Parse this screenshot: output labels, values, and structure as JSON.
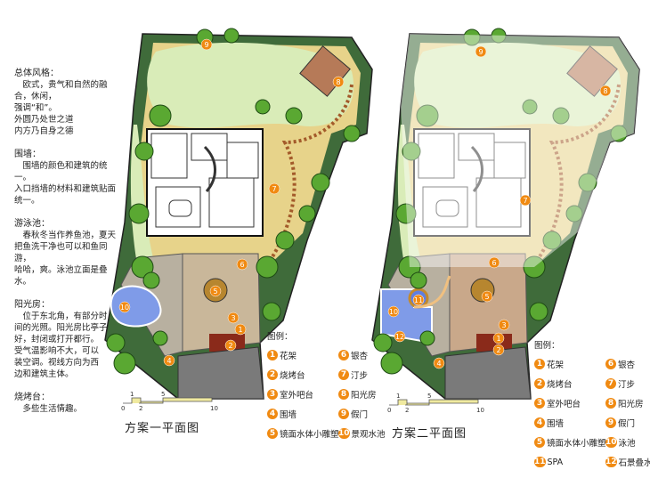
{
  "notes": [
    {
      "heading": "总体风格：",
      "body": "　欧式，贵气和自然的融合，休闲，\n强调“和”。\n外圆乃处世之道\n内方乃自身之德"
    },
    {
      "heading": "围墙：",
      "body": "　围墙的颜色和建筑的统一。\n入口挡墙的材料和建筑贴面\n统一。"
    },
    {
      "heading": "游泳池：",
      "body": "　春秋冬当作养鱼池，夏天\n把鱼洗干净也可以和鱼同游，\n哈哈，爽。泳池立面是叠水。"
    },
    {
      "heading": "阳光房：",
      "body": "　位于东北角，有部分时\n间的光照。阳光房比亭子\n好，封闭或打开都行。\n受气温影响不大，可以\n装空调。视线方向为西\n边和建筑主体。"
    },
    {
      "heading": "烧烤台：",
      "body": "　多些生活情趣。"
    }
  ],
  "plan1": {
    "caption": "方案一平面图",
    "legend_title": "图例：",
    "legend": [
      {
        "n": "1",
        "label": "花架"
      },
      {
        "n": "6",
        "label": "银杏"
      },
      {
        "n": "2",
        "label": "烧烤台"
      },
      {
        "n": "7",
        "label": "汀步"
      },
      {
        "n": "3",
        "label": "室外吧台"
      },
      {
        "n": "8",
        "label": "阳光房"
      },
      {
        "n": "4",
        "label": "围墙"
      },
      {
        "n": "9",
        "label": "假门"
      },
      {
        "n": "5",
        "label": "镜面水体小雕塑"
      },
      {
        "n": "10",
        "label": "景观水池"
      }
    ],
    "markers": [
      "9",
      "8",
      "7",
      "6",
      "5",
      "10",
      "3",
      "1",
      "2",
      "4"
    ],
    "scale": [
      "0",
      "1",
      "2",
      "5",
      "10"
    ]
  },
  "plan2": {
    "caption": "方案二平面图",
    "legend_title": "图例：",
    "legend": [
      {
        "n": "1",
        "label": "花架"
      },
      {
        "n": "6",
        "label": "银杏"
      },
      {
        "n": "2",
        "label": "烧烤台"
      },
      {
        "n": "7",
        "label": "汀步"
      },
      {
        "n": "3",
        "label": "室外吧台"
      },
      {
        "n": "8",
        "label": "阳光房"
      },
      {
        "n": "4",
        "label": "围墙"
      },
      {
        "n": "9",
        "label": "假门"
      },
      {
        "n": "5",
        "label": "镜面水体小雕塑"
      },
      {
        "n": "10",
        "label": "泳池"
      },
      {
        "n": "11",
        "label": "SPA"
      },
      {
        "n": "12",
        "label": "石景叠水"
      }
    ],
    "markers": [
      "9",
      "8",
      "7",
      "6",
      "5",
      "11",
      "10",
      "12",
      "3",
      "1",
      "2",
      "4"
    ],
    "scale": [
      "0",
      "1",
      "2",
      "5",
      "10"
    ]
  },
  "colors": {
    "marker": "#f08a12",
    "lawn": "#d9ecb8",
    "tree": "#5aa832",
    "water": "#7f9be8",
    "paving": "#c9b79a",
    "overlay": "#ffffff"
  }
}
